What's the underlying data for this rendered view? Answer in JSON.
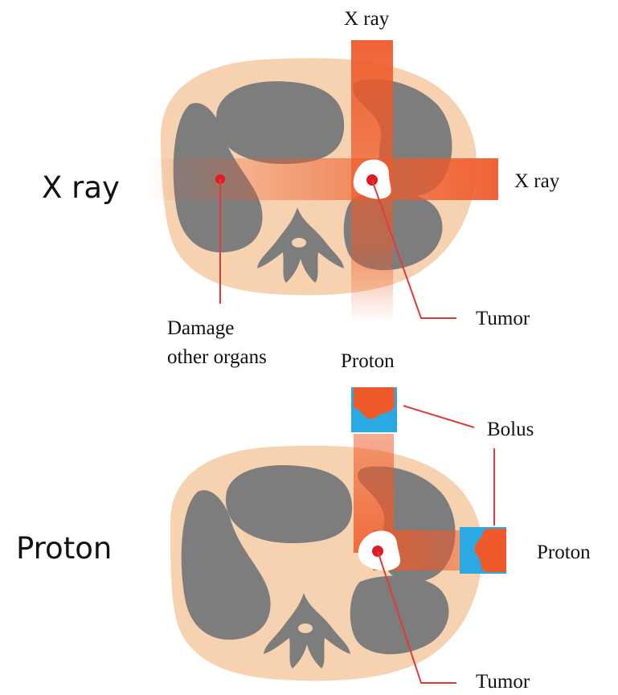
{
  "top_panel": {
    "side_label": "X ray",
    "beam_labels": {
      "vertical": "X ray",
      "horizontal": "X ray"
    },
    "callouts": {
      "damage_line1": "Damage",
      "damage_line2": "other organs",
      "tumor": "Tumor"
    }
  },
  "bottom_panel": {
    "side_label": "Proton",
    "beam_labels": {
      "vertical": "Proton",
      "horizontal": "Proton"
    },
    "callouts": {
      "bolus": "Bolus",
      "tumor": "Tumor"
    }
  },
  "colors": {
    "skin": "#f6d2b0",
    "organ": "#7d7d7d",
    "beam": "#ee5a2a",
    "bolus": "#2aa9e2",
    "callout_line": "#e23a3a",
    "tumor": "#ffffff",
    "tumor_marker": "#e01b24"
  }
}
